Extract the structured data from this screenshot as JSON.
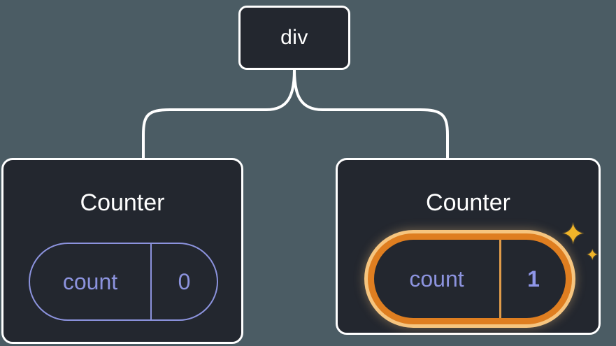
{
  "diagram": {
    "root_node": {
      "label": "div"
    },
    "counters": [
      {
        "title": "Counter",
        "state_key": "count",
        "state_value": "0",
        "highlighted": false
      },
      {
        "title": "Counter",
        "state_key": "count",
        "state_value": "1",
        "highlighted": true
      }
    ],
    "sparkles": {
      "large": "✦",
      "small": "✦"
    },
    "colors": {
      "background": "#4b5c64",
      "node_fill": "#23272f",
      "node_border": "#ffffff",
      "connector": "#ffffff",
      "state_accent_purple": "#8c93de",
      "highlight_orange": "#df7e20",
      "highlight_glow_cream": "#f6c57f",
      "highlight_divider": "#e09c4a",
      "sparkle_gold": "#f0b429"
    }
  }
}
